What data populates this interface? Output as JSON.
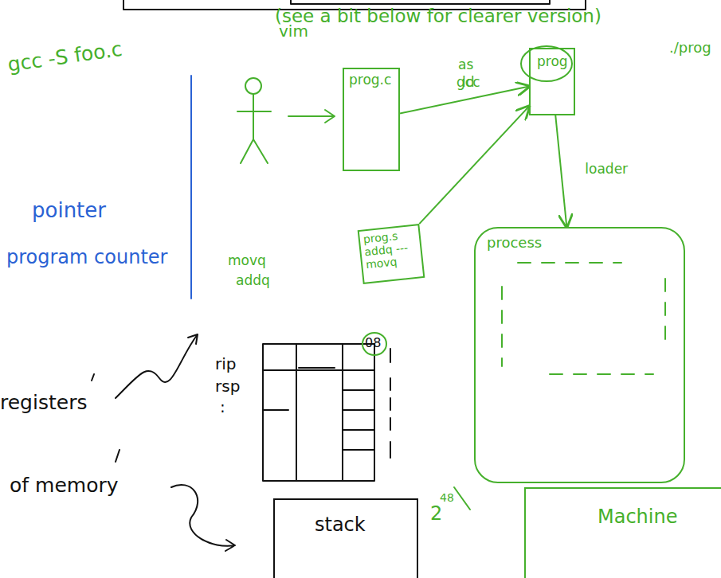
{
  "diagram": {
    "nodes": [
      {
        "text": [
          "prog.c"
        ]
      },
      {
        "text": [
          "prog"
        ]
      },
      {
        "text": [
          "prog.s",
          "addq ---",
          "movq"
        ]
      },
      {
        "text": [
          "process"
        ]
      },
      {
        "text": [
          "Machine"
        ]
      },
      {
        "text": [
          "stack"
        ]
      }
    ],
    "edges": [
      {
        "from": 0,
        "to": 1,
        "label": "gcc",
        "arrow": "to"
      },
      {
        "from": 2,
        "to": 1,
        "arrow": "to"
      },
      {
        "from": 1,
        "to": 3,
        "label": "loader",
        "arrow": "to"
      }
    ],
    "labels": [
      "(see a bit below for clearer version)",
      "gcc -S foo.c",
      "pointer",
      "program counter",
      "vim",
      "./prog",
      "as",
      "ld",
      "movq",
      "addq",
      "rip",
      "rsp",
      ":",
      "08",
      "registers",
      "of memory",
      "2",
      "48"
    ]
  }
}
